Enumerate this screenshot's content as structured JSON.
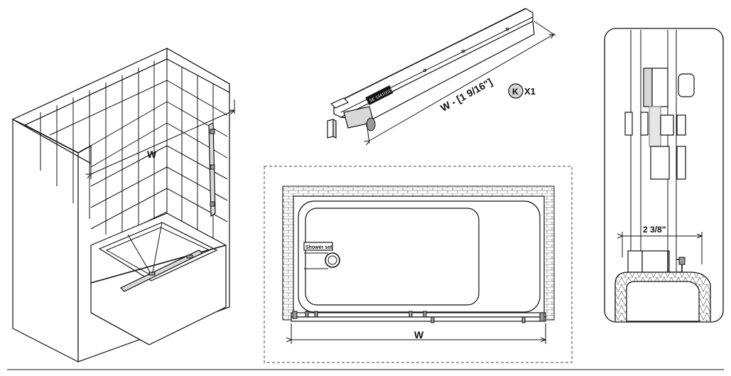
{
  "panels": {
    "bathtub_view": {
      "width_label": "W"
    },
    "rail_part": {
      "dimension_label": "W - [1 9/16\"]",
      "part_letter": "K",
      "quantity": "X1",
      "rail_stamp": "SE 1041001902"
    },
    "top_view": {
      "fixture_label": "Shower set",
      "width_label": "W"
    },
    "detail_view": {
      "offset_label": "2 3/8\""
    }
  }
}
